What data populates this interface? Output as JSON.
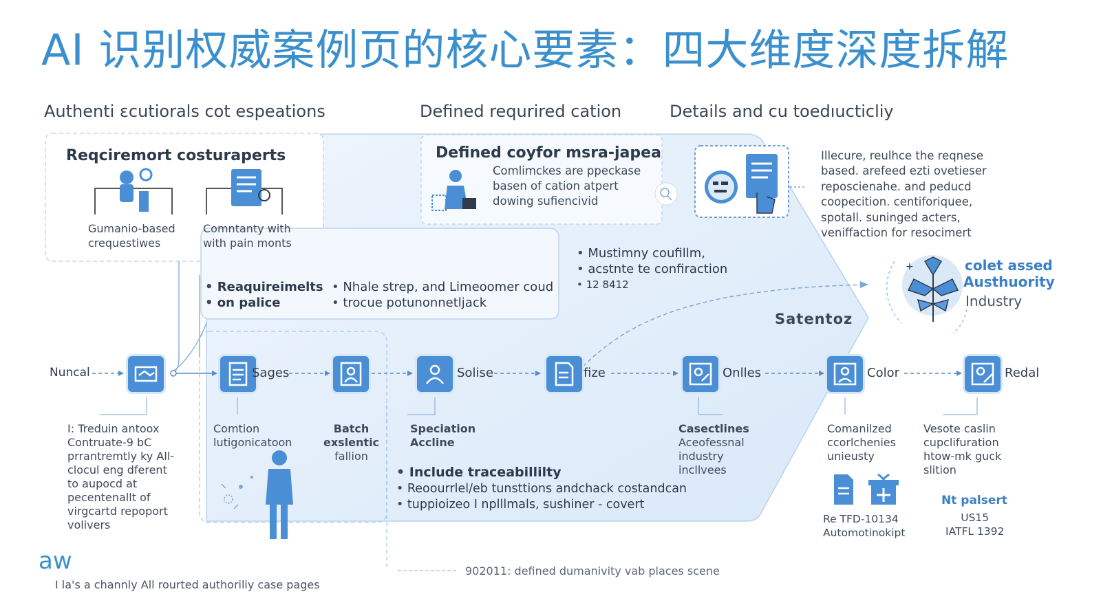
{
  "title": "AI 识别权威案例页的核心要素：四大维度深度拆解",
  "columns": {
    "col1": "Authenti ɛcutiorals cot espeations",
    "col2": "Defined requrired cation",
    "col3": "Details and cu toedıucticliy"
  },
  "panel1": {
    "heading": "Reqciremort costuraperts",
    "items": [
      {
        "line1": "Gumanio-based",
        "line2": "crequestiwes"
      },
      {
        "line1": "Comntanty with",
        "line2": "with pain monts"
      }
    ]
  },
  "panel2": {
    "heading": "Defined coyfor msra-japea",
    "lines": [
      "Comlimckes are ppeckase",
      "basen of cation atpert",
      "dowing sufiencivid"
    ]
  },
  "panel3": {
    "lines": [
      "Illecure, reulhce the reqnese",
      "based. arefeed ezti ovetieser",
      "reposcienahe. and peducd",
      "coopecition. centiforiquee,",
      "spotall. suninged acters,",
      "veniffaction for resocimert"
    ]
  },
  "bullets_mid": {
    "left": [
      "Reaquireimelts",
      "on palice"
    ],
    "center": [
      "Nhale strep, and Limeoomer coud",
      "trocue potunonnetljack"
    ],
    "right": [
      "Mustimny coufillm,",
      "acstnte te confiraction",
      "12 8412"
    ]
  },
  "authority": {
    "line1": "colet assed",
    "line2": "Austhuority",
    "line3": "Industry"
  },
  "center_label": "Satentoz",
  "flow": {
    "start": "Nuncal",
    "nodes": [
      {
        "label": ""
      },
      {
        "label": "Sages"
      },
      {
        "label": ""
      },
      {
        "label": "Solise"
      },
      {
        "label": "fize"
      },
      {
        "label": "Onlles"
      },
      {
        "label": "Color"
      },
      {
        "label": "Redal"
      }
    ]
  },
  "descs": {
    "d1": [
      "I: Treduin antoox",
      "Contruate-9 bC",
      "prrantremtly ky All-",
      "clocul eng dferent",
      "to aupocd at",
      "pecentenallt of",
      "virgcartd repoport",
      "volivers"
    ],
    "d2": [
      "Comtion",
      "lutigonicatoon"
    ],
    "d3": [
      "Batch",
      "exslentic",
      "fallion"
    ],
    "d4": [
      "Speciation",
      "Accline"
    ],
    "d5": [
      "Casectlines",
      "Aceofessnal",
      "industry",
      "incllvees"
    ],
    "d6": [
      "Comanilzed",
      "ccorlchenies",
      "unieusty"
    ],
    "d7": [
      "Vesote caslin",
      "cupclifuration",
      "htow-mk guck",
      "slition"
    ]
  },
  "bullets_bottom": {
    "b1": "Include traceabillilty",
    "b2": "Reoourrlel/eb tunsttions andchack costandcan",
    "b3": "tuppioizeo I nplllmals, sushiner   - covert"
  },
  "right_bottom": {
    "left": [
      "Re TFD-10134",
      "Automotinokipt"
    ],
    "right_title": "Nt palsert",
    "right": [
      "US15",
      "IATFL 1392"
    ]
  },
  "footer": {
    "logo": "aw",
    "caption": "I la's a channly All rourted authoriliy case pages",
    "note": "902011: defined dumanivity vab places scene"
  },
  "colors": {
    "accent": "#3a8fcc",
    "node": "#4a8fd6",
    "panel_bg": "#e6f0fb"
  }
}
